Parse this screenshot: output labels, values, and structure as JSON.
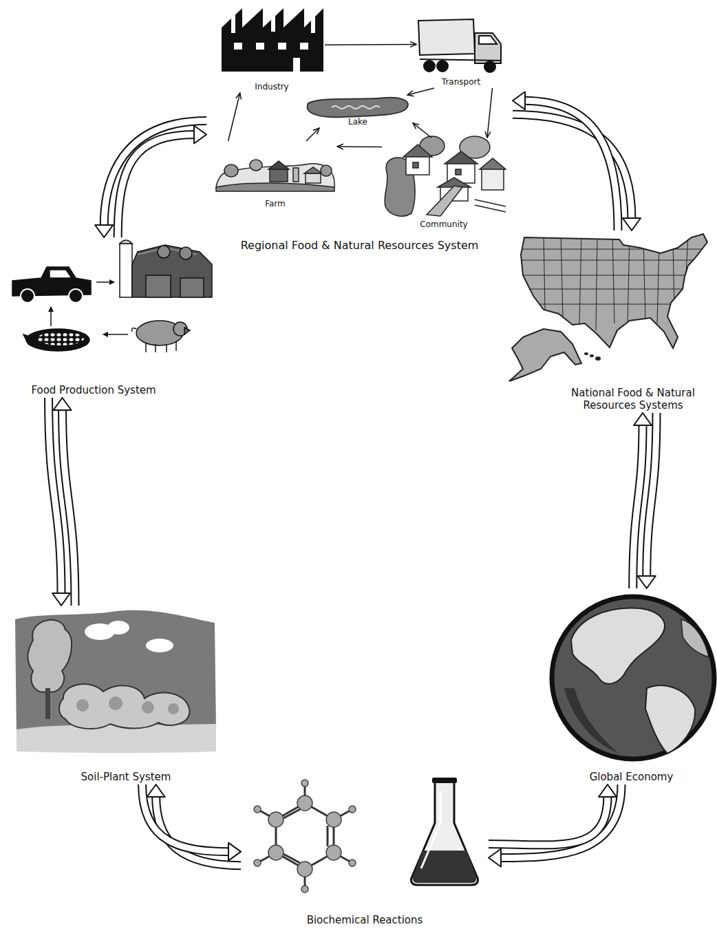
{
  "diagram": {
    "nodes": [
      {
        "text": [
          "Regional Food & Natural Resources System"
        ]
      },
      {
        "text": [
          "Industry"
        ],
        "in": 0
      },
      {
        "text": [
          "Transport"
        ],
        "in": 0
      },
      {
        "text": [
          "Lake"
        ],
        "in": 0
      },
      {
        "text": [
          "Farm"
        ],
        "in": 0
      },
      {
        "text": [
          "Community"
        ],
        "in": 0
      },
      {
        "text": [
          "Food Production System"
        ]
      },
      {
        "text": [
          "National Food & Natural Resources Systems"
        ]
      },
      {
        "text": [
          "Soil-Plant System"
        ]
      },
      {
        "text": [
          "Global Economy"
        ]
      },
      {
        "text": [
          "Biochemical Reactions"
        ]
      }
    ],
    "edges": [
      {
        "from": 1,
        "to": 2,
        "arrow": "to"
      },
      {
        "from": 2,
        "to": 3,
        "arrow": "to"
      },
      {
        "from": 2,
        "to": 5,
        "arrow": "to"
      },
      {
        "from": 5,
        "to": 3,
        "arrow": "to"
      },
      {
        "from": 5,
        "to": 4,
        "arrow": "to"
      },
      {
        "from": 4,
        "to": 3,
        "arrow": "to"
      },
      {
        "from": 4,
        "to": 1,
        "arrow": "to"
      },
      {
        "from": 0,
        "to": 7,
        "arrow": "both"
      },
      {
        "from": 7,
        "to": 9,
        "arrow": "both"
      },
      {
        "from": 9,
        "to": 10,
        "arrow": "both"
      },
      {
        "from": 10,
        "to": 8,
        "arrow": "both"
      },
      {
        "from": 8,
        "to": 6,
        "arrow": "both"
      },
      {
        "from": 6,
        "to": 0,
        "arrow": "both"
      }
    ]
  }
}
